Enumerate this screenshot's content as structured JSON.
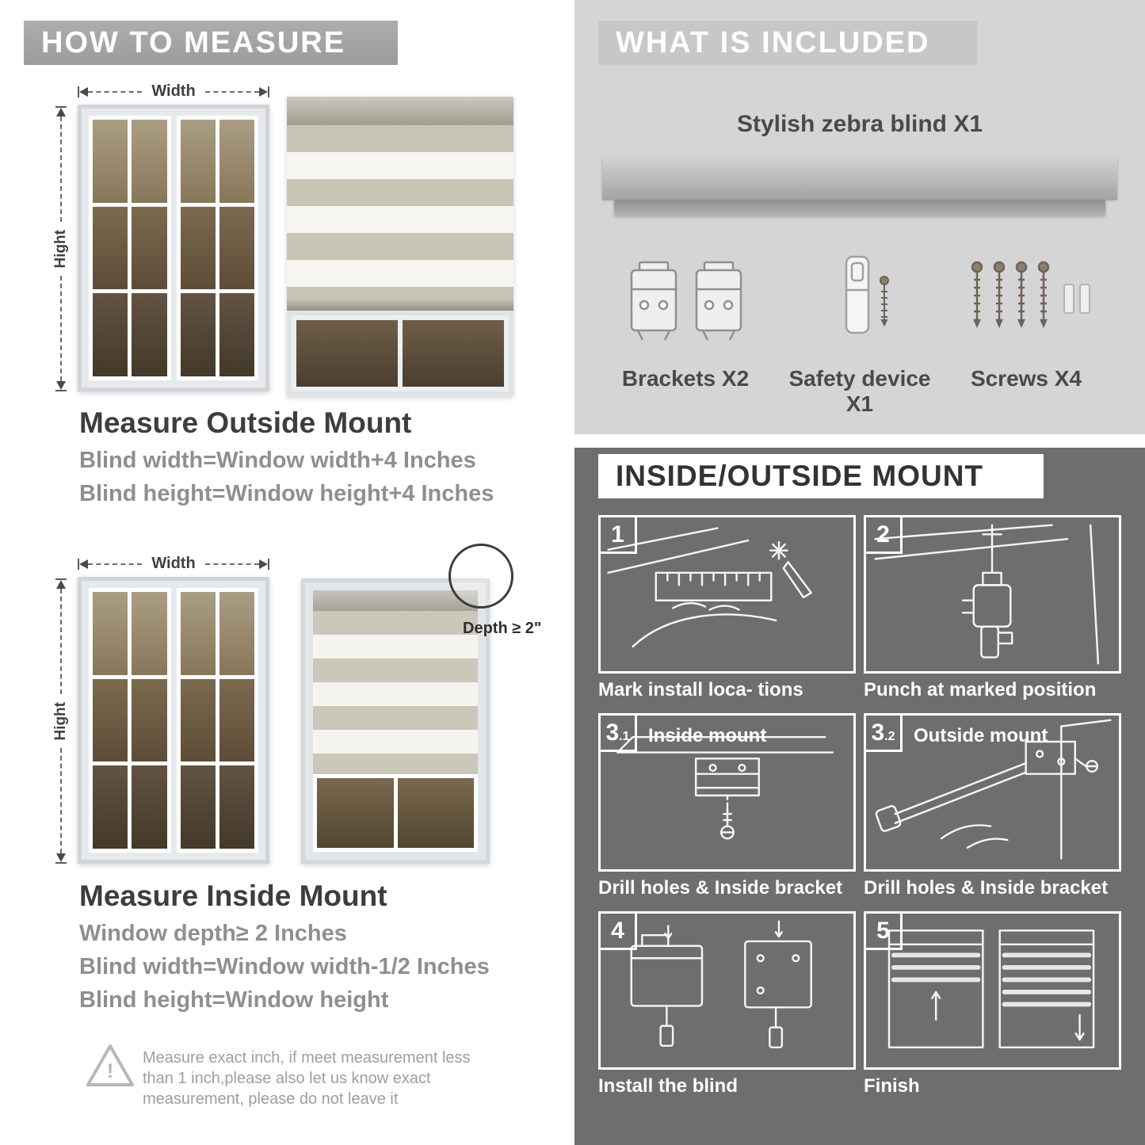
{
  "colors": {
    "left_banner_bg": "#a5a5a5",
    "included_section_bg": "#d5d5d5",
    "included_banner_bg": "#c7c7c7",
    "mount_section_bg": "#6e6e6e",
    "title_color": "#3d3d3d",
    "body_text_color": "#8f8f8f"
  },
  "left": {
    "header": "HOW TO MEASURE",
    "outside": {
      "width_label": "Width",
      "height_label": "Hight",
      "title": "Measure Outside Mount",
      "lines": [
        "Blind width=Window width+4 Inches",
        "Blind height=Window height+4 Inches"
      ]
    },
    "inside": {
      "width_label": "Width",
      "height_label": "Hight",
      "depth_callout": "Depth ≥ 2\"",
      "title": "Measure Inside Mount",
      "lines": [
        "Window depth≥ 2 Inches",
        "Blind width=Window width-1/2 Inches",
        "Blind height=Window height"
      ]
    },
    "warning": {
      "icon": "!",
      "lines": [
        "Measure exact inch, if meet measurement less",
        "than 1 inch,please also let us know exact",
        "measurement, please do not leave it"
      ]
    }
  },
  "right": {
    "included": {
      "header": "WHAT IS INCLUDED",
      "product_label": "Stylish zebra blind X1",
      "items": [
        {
          "label": "Brackets X2"
        },
        {
          "label": "Safety device X1"
        },
        {
          "label": "Screws X4"
        }
      ]
    },
    "mount": {
      "header": "INSIDE/OUTSIDE MOUNT",
      "steps": [
        {
          "number": "1",
          "caption": "Mark install loca- tions"
        },
        {
          "number": "2",
          "caption": "Punch at  marked position"
        },
        {
          "number": "3",
          "sub": ".1",
          "label": "Inside mount",
          "caption": "Drill holes &  Inside bracket"
        },
        {
          "number": "3",
          "sub": ".2",
          "label": "Outside mount",
          "caption": "Drill holes &  Inside bracket"
        },
        {
          "number": "4",
          "caption": "Install the blind"
        },
        {
          "number": "5",
          "caption": "Finish"
        }
      ]
    }
  }
}
